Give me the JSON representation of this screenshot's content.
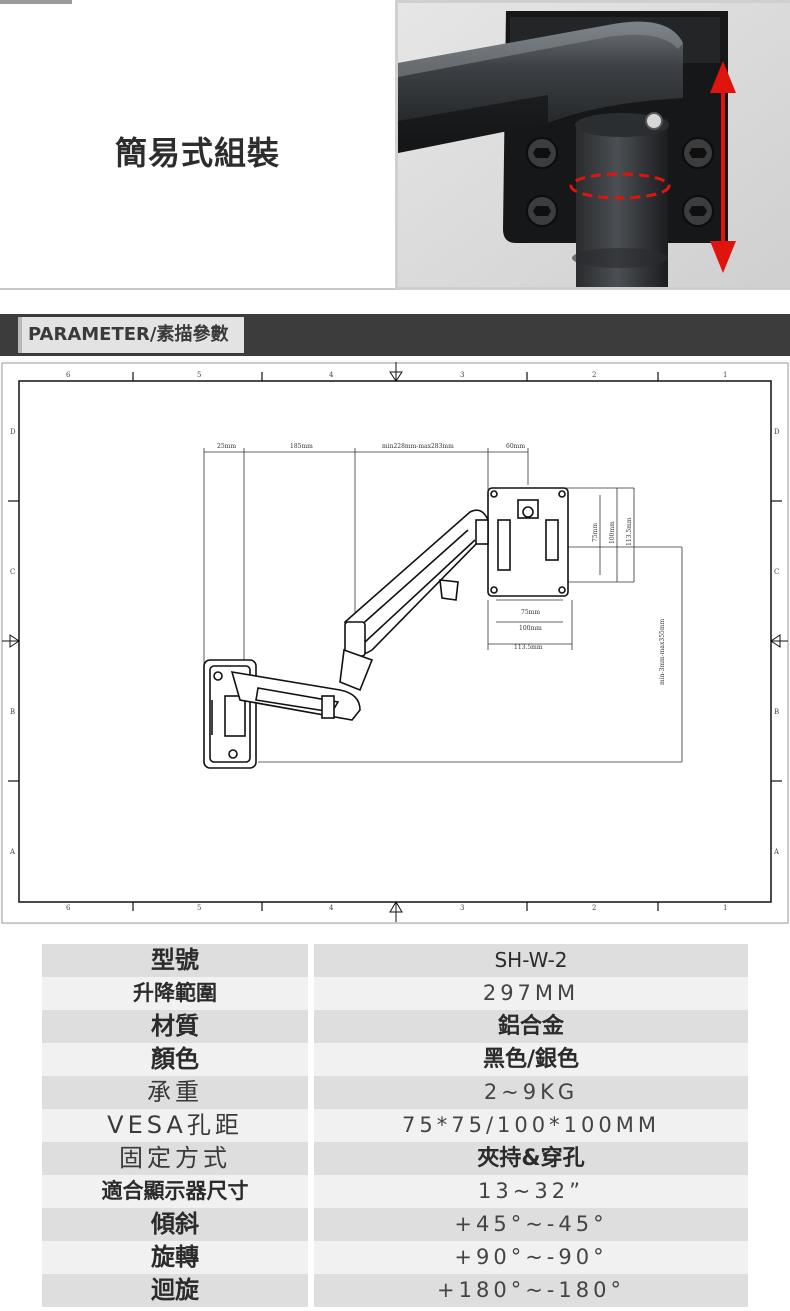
{
  "banner": {
    "title": "簡易式組裝",
    "photo_icon": "monitor-arm-joint-photo",
    "arrow_color": "#e0140f"
  },
  "parameter": {
    "label": "PARAMETER/素描參數"
  },
  "drawing": {
    "border_cols_top": [
      "6",
      "5",
      "4",
      "3",
      "2",
      "1"
    ],
    "border_rows": [
      "D",
      "C",
      "B",
      "A"
    ],
    "dimensions": {
      "d1": "25mm",
      "d2": "185mm",
      "d3": "min228mm-max283mm",
      "d4": "60mm",
      "v1": "75mm",
      "v2": "100mm",
      "v3": "113.5mm",
      "h1": "75mm",
      "h2": "100mm",
      "h3": "113.5mm",
      "height": "min-3mm-max355mm"
    }
  },
  "specs": [
    {
      "label": "型號",
      "value": "SH-W-2"
    },
    {
      "label": "升降範圍",
      "value": "297MM"
    },
    {
      "label": "材質",
      "value": "鋁合金"
    },
    {
      "label": "顏色",
      "value": "黑色/銀色"
    },
    {
      "label": "承重",
      "value": "2~9KG"
    },
    {
      "label": "VESA孔距",
      "value": "75*75/100*100MM"
    },
    {
      "label": "固定方式",
      "value": "夾持&穿孔"
    },
    {
      "label": "適合顯示器尺寸",
      "value": "13~32”"
    },
    {
      "label": "傾斜",
      "value": "+45°~-45°"
    },
    {
      "label": "旋轉",
      "value": "+90°~-90°"
    },
    {
      "label": "迴旋",
      "value": "+180°~-180°"
    }
  ]
}
